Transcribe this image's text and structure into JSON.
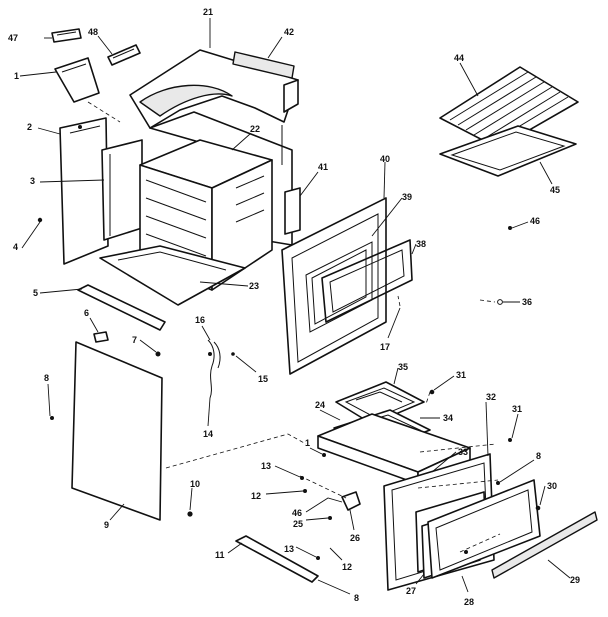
{
  "colors": {
    "ink": "#111111",
    "paper": "#ffffff",
    "shade": "#e9e9e9"
  },
  "labels": {
    "p47": "47",
    "p48a": "48",
    "p1": "1",
    "p21": "21",
    "p42": "42",
    "p44": "44",
    "p2": "2",
    "p22": "22",
    "p3": "3",
    "p41": "41",
    "p40": "40",
    "p45": "45",
    "p39": "39",
    "p4": "4",
    "p38": "38",
    "p46a": "46",
    "p23": "23",
    "p5": "5",
    "p36": "36",
    "p6": "6",
    "p16": "16",
    "p7": "7",
    "p17": "17",
    "p8a": "8",
    "p15": "15",
    "p35": "35",
    "p31a": "31",
    "p24": "24",
    "p34": "34",
    "p32": "32",
    "p31b": "31",
    "p14": "14",
    "p1b": "1",
    "p33": "33",
    "p8b": "8",
    "p13a": "13",
    "p10": "10",
    "p30": "30",
    "p12a": "12",
    "p46b": "46",
    "p25": "25",
    "p26": "26",
    "p9": "9",
    "p11": "11",
    "p13b": "13",
    "p12b": "12",
    "p27": "27",
    "p29": "29",
    "p28": "28",
    "p8c": "8"
  }
}
